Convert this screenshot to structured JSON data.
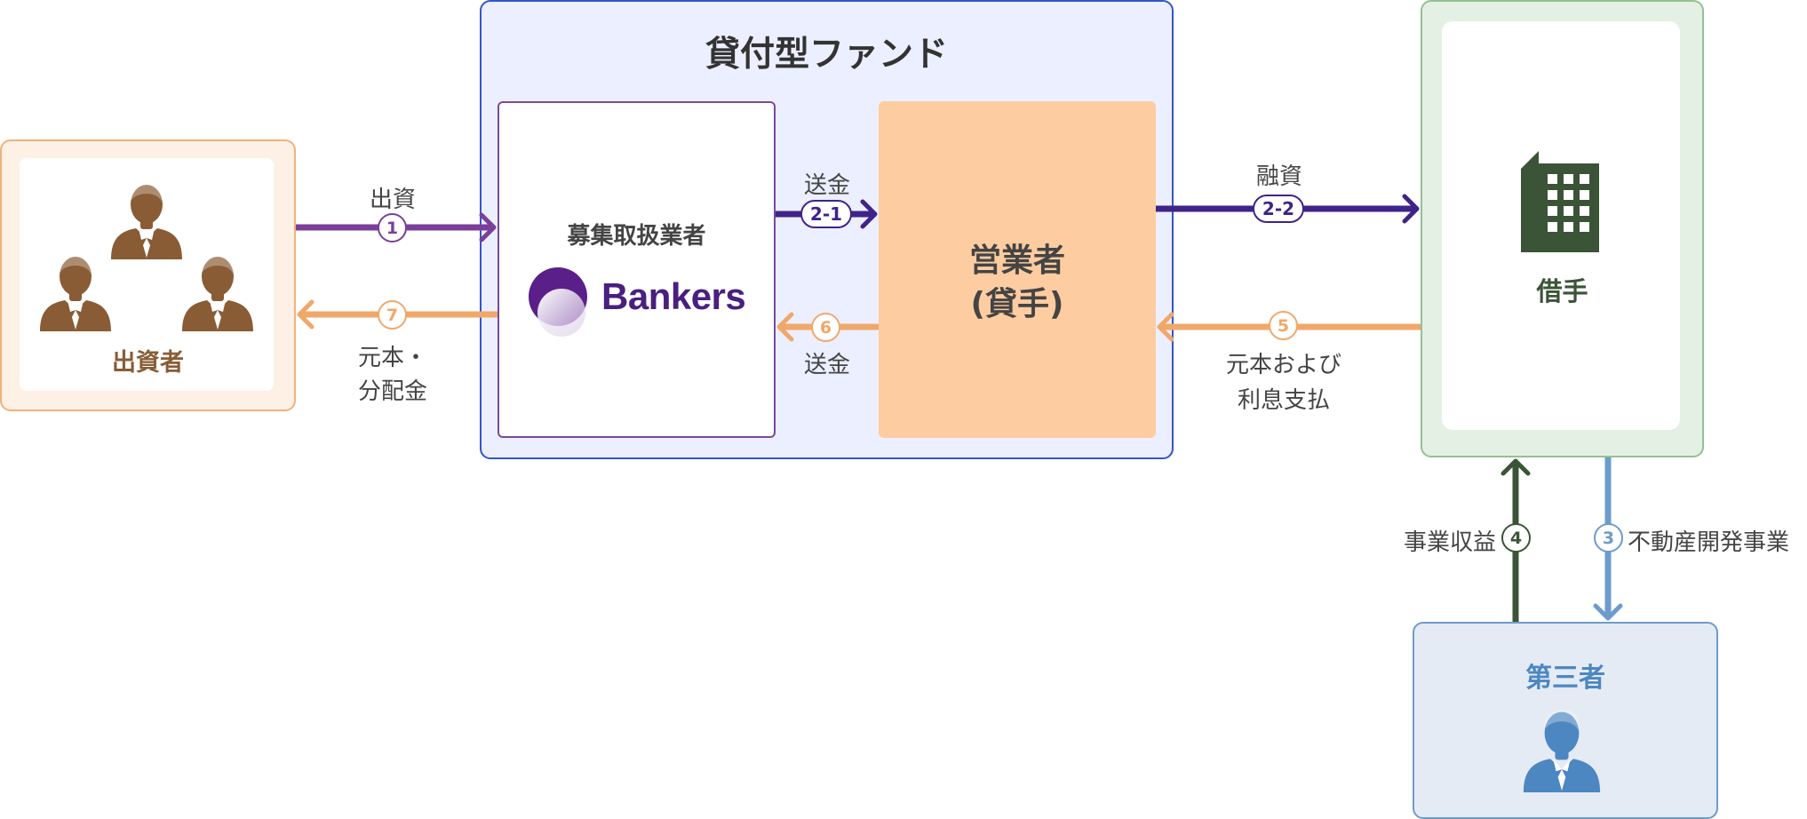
{
  "fund": {
    "title": "貸付型ファンド"
  },
  "investors": {
    "label": "出資者"
  },
  "handler": {
    "label": "募集取扱業者",
    "logo_text": "Bankers"
  },
  "operator": {
    "line1": "営業者",
    "line2": "(貸手)"
  },
  "borrower": {
    "label": "借手"
  },
  "third_party": {
    "label": "第三者"
  },
  "flows": {
    "f1": {
      "num": "1",
      "label": "出資"
    },
    "f7": {
      "num": "7",
      "line1": "元本・",
      "line2": "分配金"
    },
    "f21": {
      "num": "2-1",
      "label": "送金"
    },
    "f6": {
      "num": "6",
      "label": "送金"
    },
    "f22": {
      "num": "2-2",
      "label": "融資"
    },
    "f5": {
      "num": "5",
      "line1": "元本および",
      "line2": "利息支払"
    },
    "f4": {
      "num": "4",
      "label": "事業収益"
    },
    "f3": {
      "num": "3",
      "label": "不動産開発事業"
    }
  },
  "colors": {
    "investor": "#8a5c35",
    "handler": "#5b2a86",
    "operator_fill": "#fdcca0",
    "orange_arrow": "#f0a86a",
    "borrower": "#3b5437",
    "third_party": "#5a8dc2",
    "fund_bg": "#ecefff",
    "fund_border": "#3356c8"
  }
}
